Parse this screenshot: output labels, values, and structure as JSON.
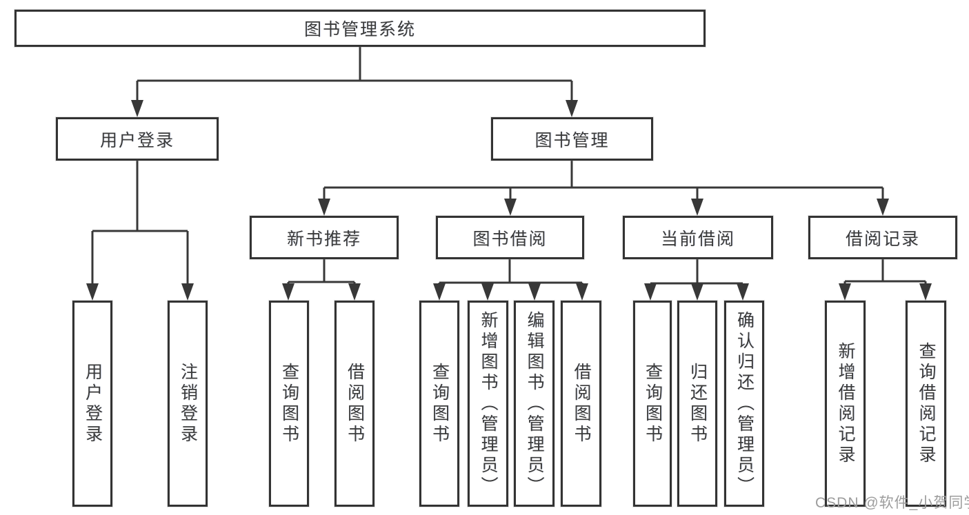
{
  "diagram": {
    "root": {
      "label": "图书管理系统"
    },
    "branches": [
      {
        "label": "用户登录",
        "children": [
          {
            "label": "用户登录"
          },
          {
            "label": "注销登录"
          }
        ]
      },
      {
        "label": "图书管理",
        "children": [
          {
            "label": "新书推荐",
            "children": [
              {
                "label": "查询图书"
              },
              {
                "label": "借阅图书"
              }
            ]
          },
          {
            "label": "图书借阅",
            "children": [
              {
                "label": "查询图书"
              },
              {
                "label": "新增图书（管理员）"
              },
              {
                "label": "编辑图书（管理员）"
              },
              {
                "label": "借阅图书"
              }
            ]
          },
          {
            "label": "当前借阅",
            "children": [
              {
                "label": "查询图书"
              },
              {
                "label": "归还图书"
              },
              {
                "label": "确认归还（管理员）"
              }
            ]
          },
          {
            "label": "借阅记录",
            "children": [
              {
                "label": "新增借阅记录"
              },
              {
                "label": "查询借阅记录"
              }
            ]
          }
        ]
      }
    ],
    "watermark": "CSDN @软件_小贺同学",
    "colors": {
      "line": "#383838",
      "box_border": "#333333",
      "box_fill": "#ffffff",
      "text": "#3a3a3a",
      "watermark": "#9c9c9c"
    }
  }
}
